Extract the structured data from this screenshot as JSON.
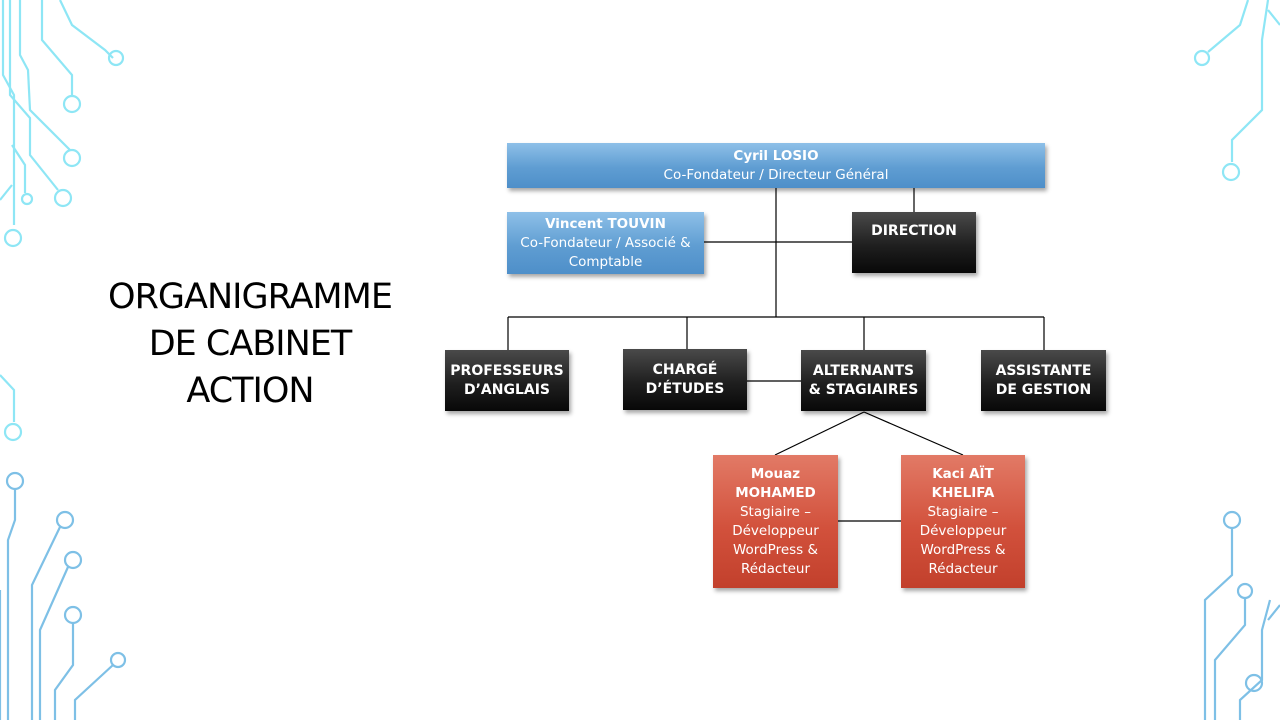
{
  "slide": {
    "title_lines": [
      "ORGANIGRAMME",
      "DE CABINET",
      "ACTION"
    ]
  },
  "org": {
    "ceo": {
      "name": "Cyril LOSIO",
      "role": "Co-Fondateur / Directeur Général"
    },
    "associate": {
      "name": "Vincent TOUVIN",
      "role_line1": "Co-Fondateur / Associé &",
      "role_line2": "Comptable"
    },
    "direction": {
      "label": "DIRECTION"
    },
    "teachers": {
      "line1": "PROFESSEURS",
      "line2": "D’ANGLAIS"
    },
    "studies": {
      "line1": "CHARGÉ",
      "line2": "D’ÉTUDES"
    },
    "interns": {
      "line1": "ALTERNANTS",
      "line2": "& STAGIAIRES"
    },
    "assistant": {
      "line1": "ASSISTANTE",
      "line2": "DE GESTION"
    },
    "intern1": {
      "name_line1": "Mouaz",
      "name_line2": "MOHAMED",
      "role_lines": [
        "Stagiaire –",
        "Développeur",
        "WordPress &",
        "Rédacteur"
      ]
    },
    "intern2": {
      "name_line1": "Kaci AÏT",
      "name_line2": "KHELIFA",
      "role_lines": [
        "Stagiaire –",
        "Développeur",
        "WordPress &",
        "Rédacteur"
      ]
    }
  },
  "colors": {
    "blue_box": "#5f9dd2",
    "dark_box": "#1f1f1f",
    "red_box": "#d2513c",
    "circuit_light": "#8ee6f5",
    "circuit_dark": "#7ec0e6"
  }
}
